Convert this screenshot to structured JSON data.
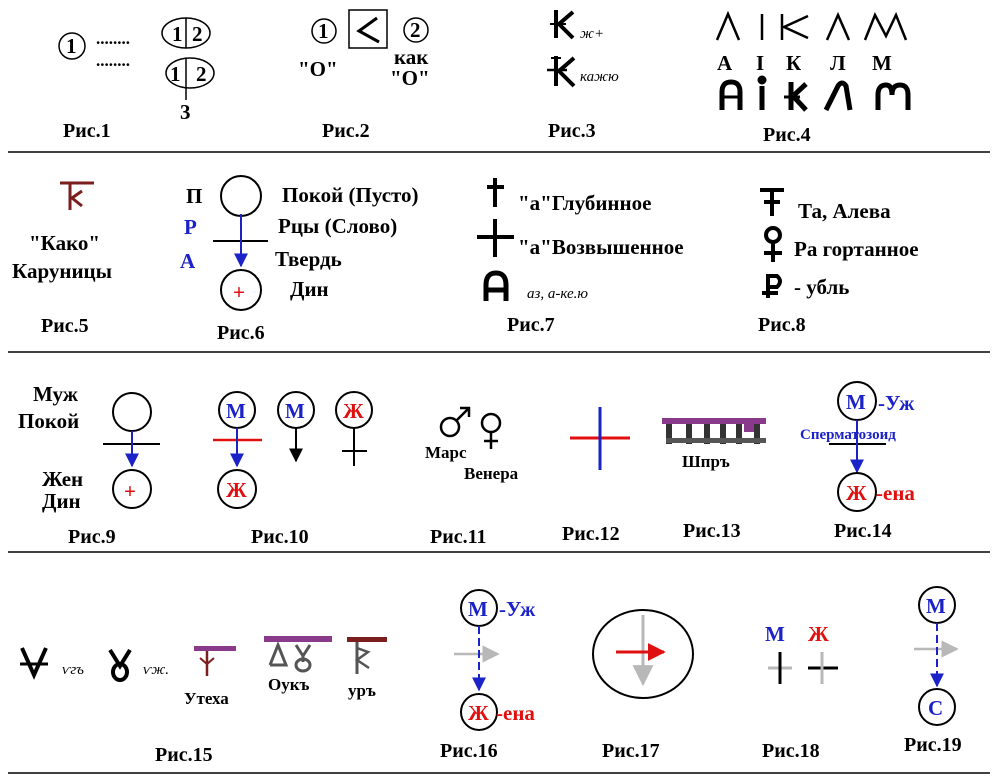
{
  "colors": {
    "blue": "#1a22c8",
    "red": "#e01010",
    "purple": "#8a3a8a",
    "brown": "#7a1e1e",
    "gray": "#b8b8b8",
    "pink": "#ff8aa0"
  },
  "captions": {
    "f1": "Рис.1",
    "f2": "Рис.2",
    "f3": "Рис.3",
    "f4": "Рис.4",
    "f5": "Рис.5",
    "f6": "Рис.6",
    "f7": "Рис.7",
    "f8": "Рис.8",
    "f9": "Рис.9",
    "f10": "Рис.10",
    "f11": "Рис.11",
    "f12": "Рис.12",
    "f13": "Рис.13",
    "f14": "Рис.14",
    "f15": "Рис.15",
    "f16": "Рис.16",
    "f17": "Рис.17",
    "f18": "Рис.18",
    "f19": "Рис.19"
  },
  "fig1": {
    "one": "1",
    "two": "2",
    "three": "3",
    "dots": "........"
  },
  "fig2": {
    "one": "1",
    "two": "2",
    "o_left": "\"О\"",
    "kak": "как",
    "o_right": "\"О\""
  },
  "fig3": {
    "glyph1_caption": "ж+",
    "glyph2_caption": "кажю"
  },
  "fig4": {
    "letters": [
      "А",
      "І",
      "К",
      "Л",
      "М"
    ]
  },
  "fig5": {
    "kako": "\"Како\"",
    "karunitsy": "Каруницы"
  },
  "fig6": {
    "p": "П",
    "r": "Р",
    "a": "А",
    "pokoi": "Покой (Пусто)",
    "rtsy": "Рцы (Слово)",
    "tverd": "Твердь",
    "din": "Дин",
    "plus": "+"
  },
  "fig7": {
    "deep": "\"а\"Глубинное",
    "high": "\"а\"Возвышенное",
    "small": "аз, а-ке.ю"
  },
  "fig8": {
    "ta": "Та, Алева",
    "ra": "Ра гортанное",
    "ubl": "- убль"
  },
  "fig9": {
    "muzh": "Муж",
    "pokoi": "Покой",
    "zhen": "Жен",
    "din": "Дин",
    "plus": "+"
  },
  "fig10": {
    "m1": "М",
    "m2": "М",
    "zh1": "Ж",
    "zh2": "Ж"
  },
  "fig11": {
    "mars": "Марс",
    "venera": "Венера"
  },
  "fig13": {
    "shir": "Шпръ"
  },
  "fig14": {
    "m": "М",
    "uzh": "-Уж",
    "sperm": "Сперматозоид",
    "zh": "Ж",
    "ena": "-ена"
  },
  "fig15": {
    "small1": "ѵгъ",
    "small2": "ѵж.",
    "utekha": "Утеха",
    "oukъ": "Оукъ",
    "urъ": "уръ"
  },
  "fig16": {
    "m": "М",
    "uzh": "-Уж",
    "zh": "Ж",
    "ena": "-ена"
  },
  "fig18": {
    "m": "М",
    "zh": "Ж"
  },
  "fig19": {
    "m": "М",
    "s": "С"
  }
}
